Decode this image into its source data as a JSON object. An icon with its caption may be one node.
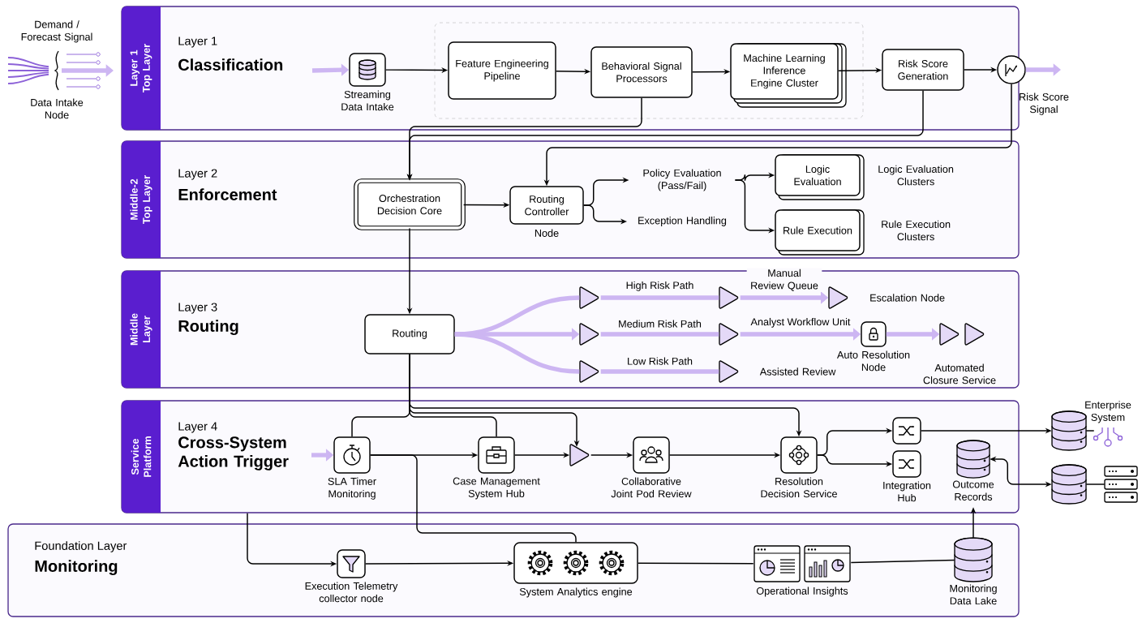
{
  "diagram": {
    "nodes": [
      {
        "text": [
          "Demand / Forecast Signal",
          "Data Intake Node"
        ]
      },
      {
        "text": [
          "Layer 1 Top Layer",
          "Layer 1",
          "Classification"
        ]
      },
      {
        "text": [],
        "shape": "box",
        "in": 1
      },
      {
        "text": [
          "Streaming Data Intake"
        ],
        "in": 1
      },
      {
        "text": [
          "Feature Engineering Pipeline"
        ],
        "in": 2
      },
      {
        "text": [
          "Behavioral Signal Processors"
        ],
        "in": 2
      },
      {
        "text": [
          "Machine Learning Inference Engine Cluster"
        ],
        "in": 2
      },
      {
        "text": [
          "Risk Score Generation"
        ],
        "in": 1
      },
      {
        "text": [
          "Risk Score Signal"
        ],
        "in": 1
      },
      {
        "text": [
          "Middle-2 Top Layer",
          "Layer 2",
          "Enforcement"
        ]
      },
      {
        "text": [
          "Orchestration Decision Core"
        ],
        "in": 9
      },
      {
        "text": [
          "Routing Controller"
        ],
        "beside": [
          "Node"
        ],
        "in": 9
      },
      {
        "text": [
          "Policy Evaluation (Pass/Fail)"
        ],
        "in": 9
      },
      {
        "text": [
          "Exception Handling"
        ],
        "in": 9
      },
      {
        "text": [
          "Logic Evaluation"
        ],
        "beside": [
          "Logic Evaluation Clusters"
        ],
        "in": 9
      },
      {
        "text": [
          "Rule Execution"
        ],
        "beside": [
          "Rule Execution Clusters"
        ],
        "in": 9
      },
      {
        "text": [
          "Middle Layer",
          "Layer 3",
          "Routing"
        ]
      },
      {
        "text": [
          "Routing"
        ],
        "in": 16
      },
      {
        "text": [],
        "shape": "triangle",
        "in": 16
      },
      {
        "text": [],
        "shape": "triangle",
        "in": 16
      },
      {
        "text": [],
        "shape": "triangle",
        "beside": [
          "Escalation Node"
        ],
        "in": 16
      },
      {
        "text": [],
        "shape": "triangle",
        "in": 16
      },
      {
        "text": [],
        "shape": "triangle",
        "in": 16
      },
      {
        "text": [
          "Auto Resolution Node"
        ],
        "in": 16
      },
      {
        "text": [],
        "shape": "triangle",
        "in": 16
      },
      {
        "text": [],
        "shape": "triangle",
        "in": 16
      },
      {
        "text": [],
        "shape": "triangle",
        "in": 16
      },
      {
        "text": [],
        "shape": "triangle",
        "beside": [
          "Assisted Review"
        ],
        "in": 16
      },
      {
        "text": [
          "Service Platform",
          "Layer 4",
          "Cross-System Action Trigger"
        ]
      },
      {
        "text": [
          "SLA Timer Monitoring"
        ],
        "in": 28
      },
      {
        "text": [
          "Case Management System Hub"
        ],
        "in": 28
      },
      {
        "text": [],
        "shape": "triangle",
        "in": 28
      },
      {
        "text": [
          "Collaborative Joint Pod Review"
        ],
        "in": 28
      },
      {
        "text": [
          "Resolution Decision Service"
        ],
        "in": 28
      },
      {
        "text": [],
        "shape": "box",
        "in": 28
      },
      {
        "text": [
          "Integration Hub"
        ],
        "in": 28
      },
      {
        "text": [
          "Outcome Records"
        ],
        "in": 28
      },
      {
        "text": [],
        "shape": "cylinder"
      },
      {
        "text": [
          "Enterprise System"
        ]
      },
      {
        "text": [],
        "shape": "cylinder"
      },
      {
        "text": [],
        "shape": "server"
      },
      {
        "text": [
          "Foundation Layer",
          "Monitoring"
        ]
      },
      {
        "text": [
          "Execution Telemetry collector node"
        ],
        "in": 41
      },
      {
        "text": [
          "System Analytics engine"
        ],
        "in": 41
      },
      {
        "text": [
          "Operational Insights"
        ],
        "in": 41
      },
      {
        "text": [
          "Monitoring Data Lake"
        ],
        "in": 41
      }
    ],
    "edges": [
      {
        "from": null,
        "to": 3,
        "arrow": "to",
        "style": "thick",
        "color": "#cdb6f2"
      },
      {
        "from": 3,
        "to": 4,
        "arrow": "to"
      },
      {
        "from": 4,
        "to": 5,
        "arrow": "to"
      },
      {
        "from": 5,
        "to": 6,
        "arrow": "to"
      },
      {
        "from": 6,
        "to": 7,
        "arrow": "to"
      },
      {
        "from": 7,
        "to": 8,
        "arrow": "to"
      },
      {
        "from": 8,
        "to": null,
        "arrow": "to",
        "style": "thick",
        "color": "#cdb6f2"
      },
      {
        "from": 5,
        "to": 10,
        "arrow": "to"
      },
      {
        "from": 7,
        "to": 10,
        "arrow": "to"
      },
      {
        "from": 8,
        "to": 11,
        "arrow": "to"
      },
      {
        "from": 10,
        "to": 11,
        "arrow": "to"
      },
      {
        "from": 11,
        "to": 12,
        "arrow": "to"
      },
      {
        "from": 11,
        "to": 13,
        "arrow": "to"
      },
      {
        "from": 12,
        "to": 14,
        "arrow": "to"
      },
      {
        "from": 12,
        "to": 15,
        "arrow": "to"
      },
      {
        "from": 10,
        "to": 17,
        "arrow": "to"
      },
      {
        "from": 17,
        "to": 18,
        "arrow": "none",
        "style": "thick",
        "color": "#cdb6f2"
      },
      {
        "from": 17,
        "to": 21,
        "arrow": "to",
        "style": "thick",
        "color": "#cdb6f2"
      },
      {
        "from": 17,
        "to": 26,
        "arrow": "none",
        "style": "thick",
        "color": "#cdb6f2"
      },
      {
        "from": 18,
        "to": 19,
        "arrow": "none",
        "label": "High Risk Path",
        "style": "thick",
        "color": "#cdb6f2"
      },
      {
        "from": 19,
        "to": 20,
        "arrow": "to",
        "label": "Manual Review Queue",
        "style": "thick",
        "color": "#cdb6f2"
      },
      {
        "from": 21,
        "to": 22,
        "arrow": "none",
        "label": "Medium Risk Path",
        "style": "thick",
        "color": "#cdb6f2"
      },
      {
        "from": 22,
        "to": 23,
        "arrow": "to",
        "label": "Analyst Workflow Unit",
        "style": "thick",
        "color": "#cdb6f2"
      },
      {
        "from": 23,
        "to": 24,
        "arrow": "to",
        "style": "thick",
        "color": "#cdb6f2"
      },
      {
        "from": 26,
        "to": 27,
        "arrow": "none",
        "label": "Low Risk Path",
        "style": "thick",
        "color": "#cdb6f2"
      },
      {
        "from": 17,
        "to": 29,
        "arrow": "none"
      },
      {
        "from": 17,
        "to": 30,
        "arrow": "none"
      },
      {
        "from": 17,
        "to": 31,
        "arrow": "to"
      },
      {
        "from": 17,
        "to": 33,
        "arrow": "to"
      },
      {
        "from": null,
        "to": 29,
        "arrow": "to",
        "style": "thick",
        "color": "#cdb6f2"
      },
      {
        "from": 29,
        "to": 30,
        "arrow": "to"
      },
      {
        "from": 29,
        "to": 43,
        "arrow": "none"
      },
      {
        "from": 30,
        "to": 31,
        "arrow": "to"
      },
      {
        "from": 31,
        "to": 32,
        "arrow": "to"
      },
      {
        "from": 32,
        "to": 33,
        "arrow": "to"
      },
      {
        "from": 33,
        "to": 34,
        "arrow": "to"
      },
      {
        "from": 33,
        "to": 35,
        "arrow": "to"
      },
      {
        "from": 34,
        "to": 37,
        "arrow": "to"
      },
      {
        "from": 36,
        "to": 39,
        "arrow": "both"
      },
      {
        "from": 28,
        "to": 42,
        "arrow": "to"
      },
      {
        "from": 42,
        "to": 43,
        "arrow": "to"
      },
      {
        "from": 43,
        "to": 44,
        "arrow": "none"
      },
      {
        "from": 44,
        "to": 45,
        "arrow": "none"
      },
      {
        "from": 45,
        "to": 36,
        "arrow": "to"
      },
      {
        "from": 37,
        "to": 38,
        "arrow": "none"
      },
      {
        "from": 39,
        "to": 40,
        "arrow": "none"
      }
    ],
    "labels": [
      "Automated Closure Service"
    ]
  }
}
